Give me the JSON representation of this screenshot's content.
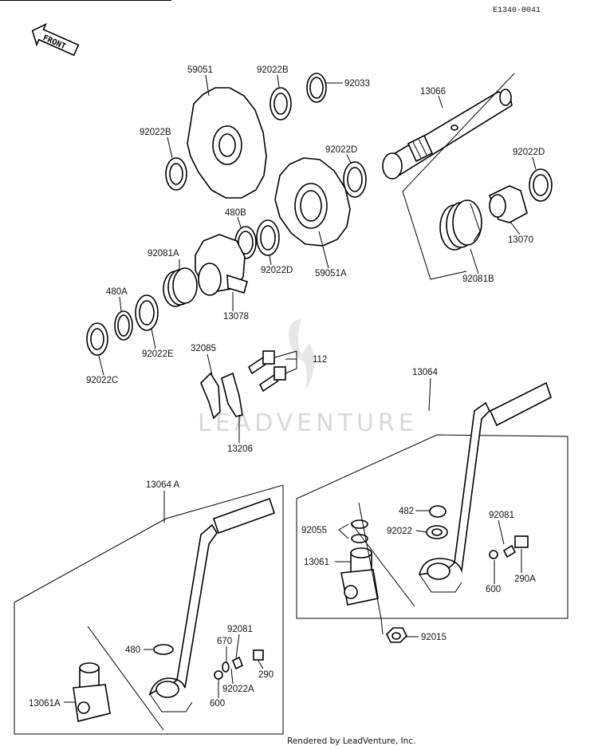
{
  "diagram_code": "E1340-0041",
  "front_arrow_label": "FRONT",
  "watermark_text": "LEADVENTURE",
  "credit_text": "Rendered by LeadVenture, Inc.",
  "part_labels": [
    {
      "id": "59051",
      "text": "59051"
    },
    {
      "id": "92022B_top",
      "text": "92022B"
    },
    {
      "id": "92033",
      "text": "92033"
    },
    {
      "id": "13066",
      "text": "13066"
    },
    {
      "id": "92022B_left",
      "text": "92022B"
    },
    {
      "id": "92022D_mid",
      "text": "92022D"
    },
    {
      "id": "92022D_right",
      "text": "92022D"
    },
    {
      "id": "480B",
      "text": "480B"
    },
    {
      "id": "92081A",
      "text": "92081A"
    },
    {
      "id": "92022D_low",
      "text": "92022D"
    },
    {
      "id": "59051A",
      "text": "59051A"
    },
    {
      "id": "13070",
      "text": "13070"
    },
    {
      "id": "92081B",
      "text": "92081B"
    },
    {
      "id": "480A",
      "text": "480A"
    },
    {
      "id": "13078",
      "text": "13078"
    },
    {
      "id": "92022E",
      "text": "92022E"
    },
    {
      "id": "92022C",
      "text": "92022C"
    },
    {
      "id": "32085",
      "text": "32085"
    },
    {
      "id": "112",
      "text": "112"
    },
    {
      "id": "13206",
      "text": "13206"
    },
    {
      "id": "13064",
      "text": "13064"
    },
    {
      "id": "13064A",
      "text": "13064 A"
    },
    {
      "id": "482",
      "text": "482"
    },
    {
      "id": "92081_r",
      "text": "92081"
    },
    {
      "id": "92055",
      "text": "92055"
    },
    {
      "id": "92022",
      "text": "92022"
    },
    {
      "id": "13061",
      "text": "13061"
    },
    {
      "id": "290A",
      "text": "290A"
    },
    {
      "id": "600_r",
      "text": "600"
    },
    {
      "id": "92015",
      "text": "92015"
    },
    {
      "id": "480",
      "text": "480"
    },
    {
      "id": "670",
      "text": "670"
    },
    {
      "id": "92081_l",
      "text": "92081"
    },
    {
      "id": "290",
      "text": "290"
    },
    {
      "id": "92022A",
      "text": "92022A"
    },
    {
      "id": "13061A",
      "text": "13061A"
    },
    {
      "id": "600_l",
      "text": "600"
    }
  ]
}
